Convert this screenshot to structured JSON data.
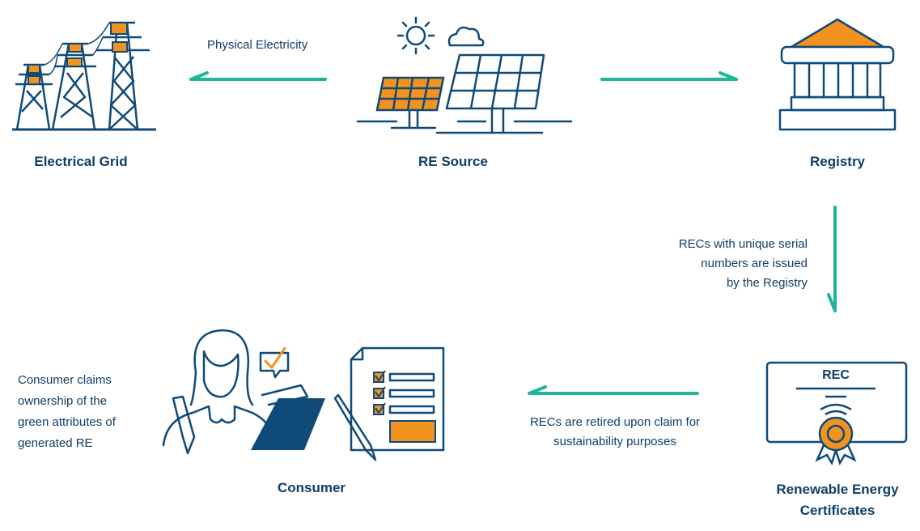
{
  "colors": {
    "navy": "#0f4a78",
    "orange": "#f2931f",
    "teal": "#1fb59a",
    "text": "#0f3e66"
  },
  "nodes": {
    "grid": {
      "label": "Electrical Grid",
      "icon": "transmission-towers-icon"
    },
    "source": {
      "label": "RE Source",
      "icon": "solar-panels-icon"
    },
    "registry": {
      "label": "Registry",
      "icon": "bank-building-icon"
    },
    "certificates": {
      "label_line1": "Renewable Energy",
      "label_line2": "Certificates",
      "icon": "certificate-icon",
      "badge": "REC"
    },
    "consumer": {
      "label": "Consumer",
      "icon": "person-checklist-icon"
    }
  },
  "flows": {
    "physical": {
      "label": "Physical Electricity"
    },
    "issued": {
      "line1": "RECs with unique serial",
      "line2": "numbers are issued",
      "line3": "by the Registry"
    },
    "retired": {
      "line1": "RECs are retired upon claim for",
      "line2": "sustainability purposes"
    },
    "consumer_claim": {
      "line1": "Consumer claims",
      "line2": "ownership of the",
      "line3": "green attributes of",
      "line4": "generated RE"
    }
  }
}
